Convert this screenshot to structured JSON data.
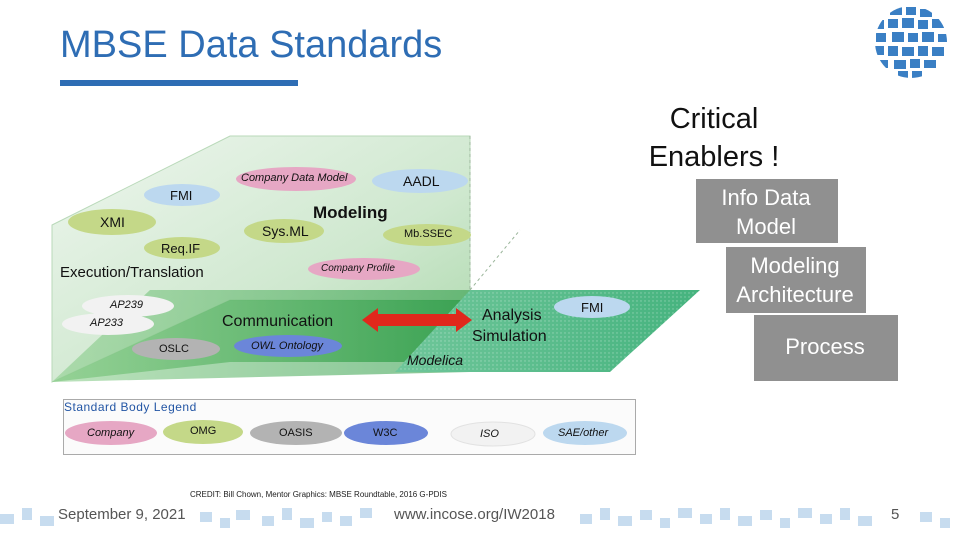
{
  "slide": {
    "title": "MBSE Data Standards",
    "critical_enablers": "Critical Enablers !",
    "stack_boxes": {
      "info_data_model": "Info Data Model",
      "modeling_architecture": "Modeling Architecture",
      "process": "Process"
    }
  },
  "diagram": {
    "company_data_model": "Company Data Model",
    "aadl": "AADL",
    "fmi_top": "FMI",
    "xmi": "XMI",
    "modeling": "Modeling",
    "sysml": "Sys.ML",
    "mbsec": "Mb.SSEC",
    "reqif": "Req.IF",
    "execution_translation": "Execution/Translation",
    "company_profile": "Company Profile",
    "ap239": "AP239",
    "ap233": "AP233",
    "communication": "Communication",
    "analysis_simulation_1": "Analysis",
    "analysis_simulation_2": "Simulation",
    "fmi_right": "FMI",
    "owl_ontology": "OWL Ontology",
    "oslc": "OSLC",
    "modelica": "Modelica"
  },
  "legend": {
    "title": "Standard Body Legend",
    "items": [
      "Company",
      "OMG",
      "OASIS",
      "W3C",
      "ISO",
      "SAE/other"
    ]
  },
  "credit": "CREDIT:   Bill Chown, Mentor Graphics:   MBSE Roundtable, 2016 G-PDIS",
  "footer": {
    "date": "September 9, 2021",
    "url": "www.incose.org/IW2018",
    "page": "5"
  },
  "colors": {
    "title": "#2e6db4",
    "company": "#e6a7c4",
    "omg": "#c4d888",
    "oasis": "#b3b3b3",
    "w3c": "#6b86d9",
    "iso": "#f2f2f2",
    "sae": "#bcd8ef",
    "gray_box": "#909090",
    "arrow": "#e0281c"
  }
}
